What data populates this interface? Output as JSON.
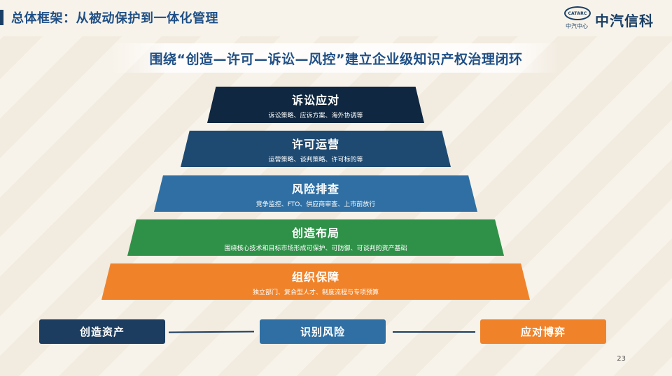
{
  "header": {
    "title": "总体框架：从被动保护到一体化管理",
    "logo": {
      "mark_text": "CATARC",
      "sub_text": "中汽中心",
      "brand": "中汽信科"
    }
  },
  "banner": {
    "text": "围绕“创造—许可—诉讼—风控”建立企业级知识产权治理闭环"
  },
  "pyramid": [
    {
      "title": "诉讼应对",
      "desc": "诉讼策略、应诉方案、海外协调等",
      "color": "#0f2740"
    },
    {
      "title": "许可运营",
      "desc": "运营策略、谈判策略、许可标的等",
      "color": "#1e4a72"
    },
    {
      "title": "风险排查",
      "desc": "竞争监控、FTO、供应商审查、上市前放行",
      "color": "#2f6fa3"
    },
    {
      "title": "创造布局",
      "desc": "围绕核心技术和目标市场形成可保护、可防御、可谈判的资产基础",
      "color": "#2f9148"
    },
    {
      "title": "组织保障",
      "desc": "独立部门、复合型人才、制度流程与专项预算",
      "color": "#f0832a"
    }
  ],
  "flow": [
    {
      "label": "创造资产",
      "color": "#1c3d60"
    },
    {
      "label": "识别风险",
      "color": "#2f6fa3"
    },
    {
      "label": "应对博弈",
      "color": "#f0832a"
    }
  ],
  "page_number": "23"
}
